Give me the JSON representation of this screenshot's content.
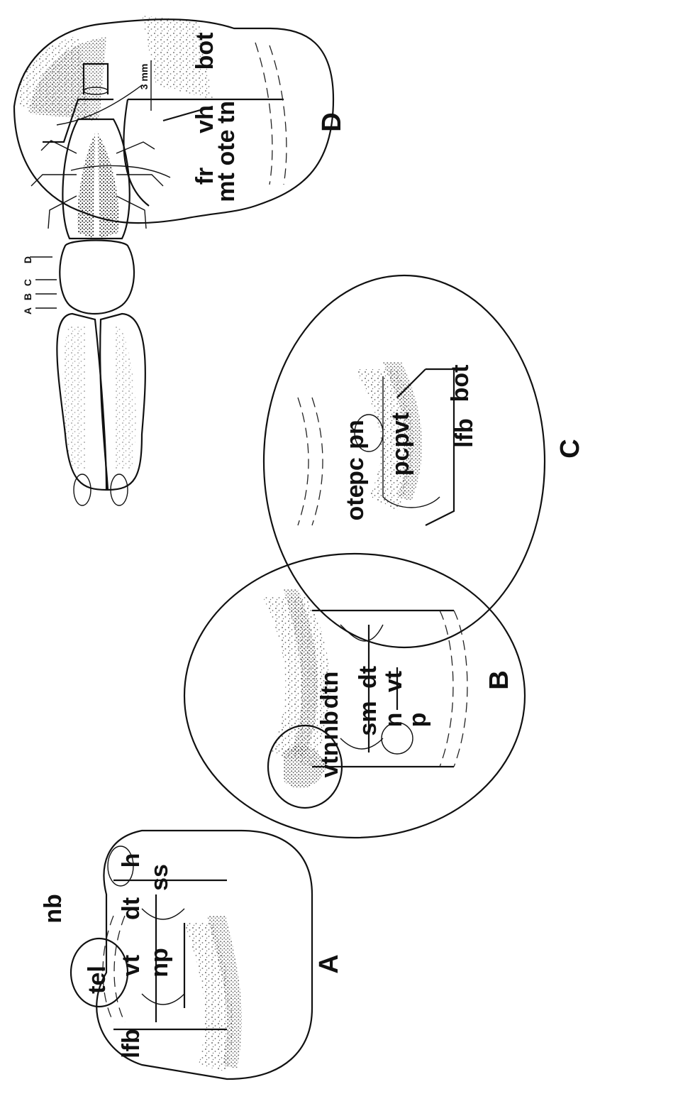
{
  "figure": {
    "scale_bar_label": "3 mm",
    "section_marker_labels": [
      "A",
      "B",
      "C",
      "D"
    ],
    "panels": [
      {
        "id": "A",
        "letter": "A",
        "labels": [
          "tel",
          "nb",
          "h",
          "ss",
          "dt",
          "vt",
          "np",
          "lfb"
        ]
      },
      {
        "id": "B",
        "letter": "B",
        "labels": [
          "dtn",
          "nb",
          "vtn",
          "dt",
          "sm",
          "vt",
          "n",
          "p"
        ]
      },
      {
        "id": "C",
        "letter": "C",
        "labels": [
          "pn",
          "pc",
          "ote",
          "pcp",
          "vt",
          "lfb",
          "bot"
        ]
      },
      {
        "id": "D",
        "letter": "D",
        "labels": [
          "tn",
          "ote",
          "mt",
          "fr",
          "vh",
          "bot"
        ]
      }
    ]
  }
}
